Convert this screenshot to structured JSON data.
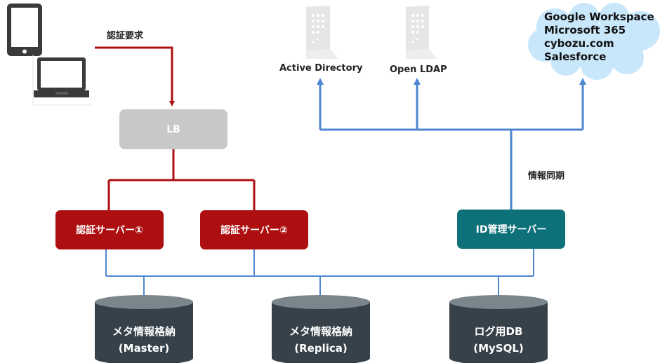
{
  "auth_request_label": "認証要求",
  "lb": {
    "label": "LB"
  },
  "auth_servers": [
    {
      "label": "認証サーバー①"
    },
    {
      "label": "認証サーバー②"
    }
  ],
  "id_server": {
    "label": "ID管理サーバー"
  },
  "sync_label": "情報同期",
  "directories": [
    {
      "label": "Active Directory"
    },
    {
      "label": "Open LDAP"
    }
  ],
  "cloud_services": [
    "Google Workspace",
    "Microsoft 365",
    "cybozu.com",
    "Salesforce"
  ],
  "databases": [
    {
      "line1": "メタ情報格納",
      "line2": "(Master)"
    },
    {
      "line1": "メタ情報格納",
      "line2": "(Replica)"
    },
    {
      "line1": "ログ用DB",
      "line2": "(MySQL)"
    }
  ],
  "colors": {
    "auth": "#ad0f10",
    "id_server": "#0e7079",
    "lb": "#c8c8c8",
    "db": "#36414a",
    "cloud": "#c9e7fb",
    "sync_line": "#4e86d0",
    "auth_line": "#ad0f10"
  }
}
